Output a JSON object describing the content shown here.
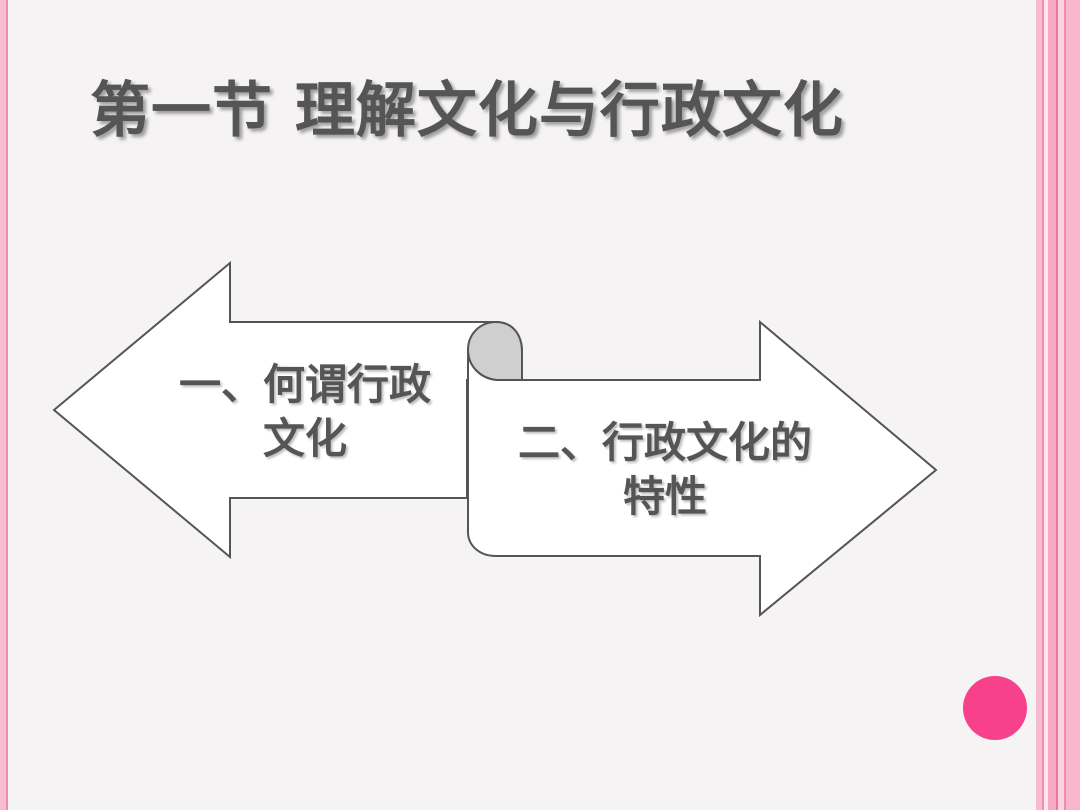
{
  "slide": {
    "title": "第一节 理解文化与行政文化"
  },
  "diagram": {
    "left_arrow": {
      "line1": "一、何谓行政",
      "line2": "文化"
    },
    "right_arrow": {
      "line1": "二、行政文化的",
      "line2": "特性"
    }
  },
  "colors": {
    "border_pink": "#f7bcd0",
    "accent_pink": "#f7418a",
    "text_gray": "#555555"
  }
}
